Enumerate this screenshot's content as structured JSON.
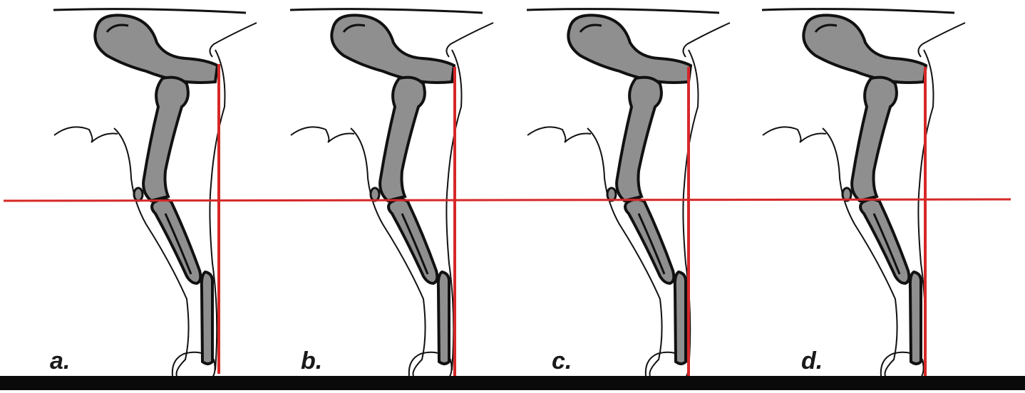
{
  "figure": {
    "panels": [
      {
        "id": "a",
        "label": "a."
      },
      {
        "id": "b",
        "label": "b."
      },
      {
        "id": "c",
        "label": "c."
      },
      {
        "id": "d",
        "label": "d."
      }
    ],
    "colors": {
      "reference_line": "#d62828",
      "bone_fill": "#8f8f8f",
      "outline": "#111111",
      "ground": "#0a0a0a",
      "background": "#ffffff"
    }
  }
}
